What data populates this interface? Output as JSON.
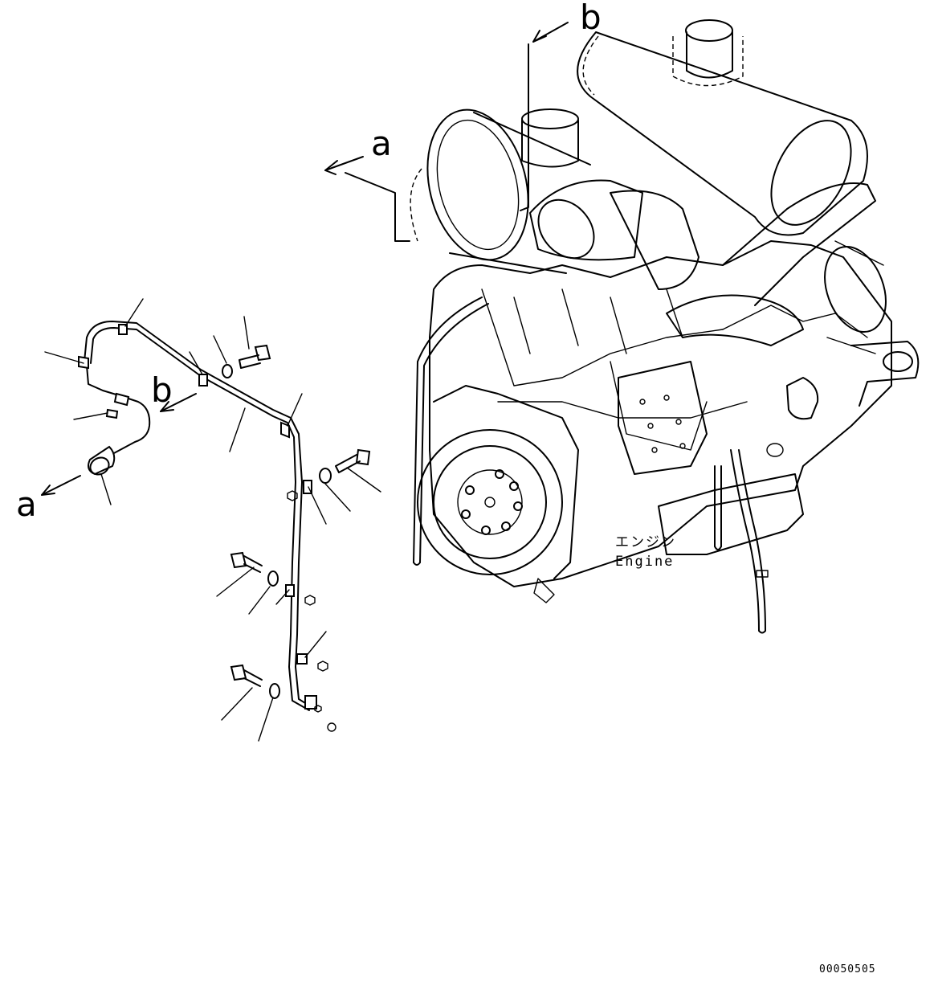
{
  "callouts": {
    "engine_a": "a",
    "engine_b": "b",
    "harness_a": "a",
    "harness_b": "b"
  },
  "engine_label": {
    "japanese": "エンジン",
    "english": "Engine"
  },
  "document_number": "00050505"
}
